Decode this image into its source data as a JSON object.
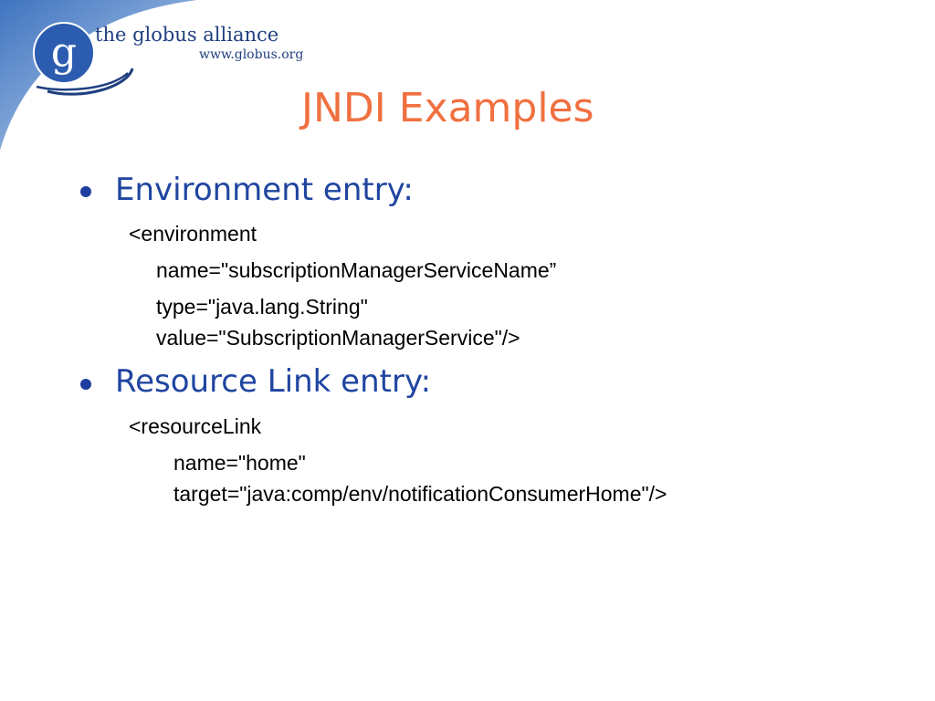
{
  "logo": {
    "org_name": "the globus alliance",
    "url": "www.globus.org",
    "letter": "g"
  },
  "slide": {
    "title": "JNDI Examples",
    "bullets": [
      {
        "label": "Environment entry:",
        "lines": [
          "<environment",
          "name=\"subscriptionManagerServiceName”",
          "type=\"java.lang.String\"",
          "value=\"SubscriptionManagerService\"/>"
        ]
      },
      {
        "label": "Resource Link entry:",
        "lines": [
          "<resourceLink",
          "name=\"home\"",
          "target=\"java:comp/env/notificationConsumerHome\"/>"
        ]
      }
    ]
  },
  "colors": {
    "title": "#f07040",
    "bullet_text": "#1f45a0",
    "logo": "#1f3f7f",
    "corner_blue": "#4a80c8"
  }
}
